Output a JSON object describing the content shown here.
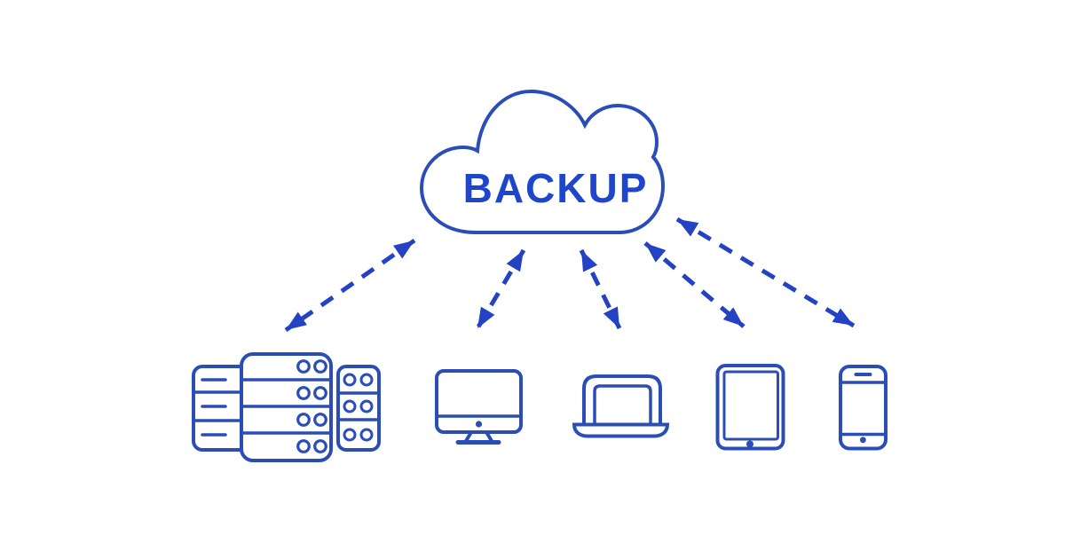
{
  "cloud": {
    "label": "BACKUP"
  },
  "colors": {
    "outline": "#2b4eb6",
    "arrow": "#2343c4",
    "text": "#1d46ca",
    "background": "#ffffff"
  },
  "icons": [
    "cloud-icon",
    "server-rack-icon",
    "desktop-computer-icon",
    "laptop-icon",
    "tablet-icon",
    "smartphone-icon"
  ],
  "connections": [
    {
      "from": "backup-cloud",
      "to": "server-rack",
      "style": "dashed-double-arrow"
    },
    {
      "from": "backup-cloud",
      "to": "desktop-computer",
      "style": "dashed-double-arrow"
    },
    {
      "from": "backup-cloud",
      "to": "laptop",
      "style": "dashed-double-arrow"
    },
    {
      "from": "backup-cloud",
      "to": "tablet",
      "style": "dashed-double-arrow"
    },
    {
      "from": "backup-cloud",
      "to": "smartphone",
      "style": "dashed-double-arrow"
    }
  ]
}
